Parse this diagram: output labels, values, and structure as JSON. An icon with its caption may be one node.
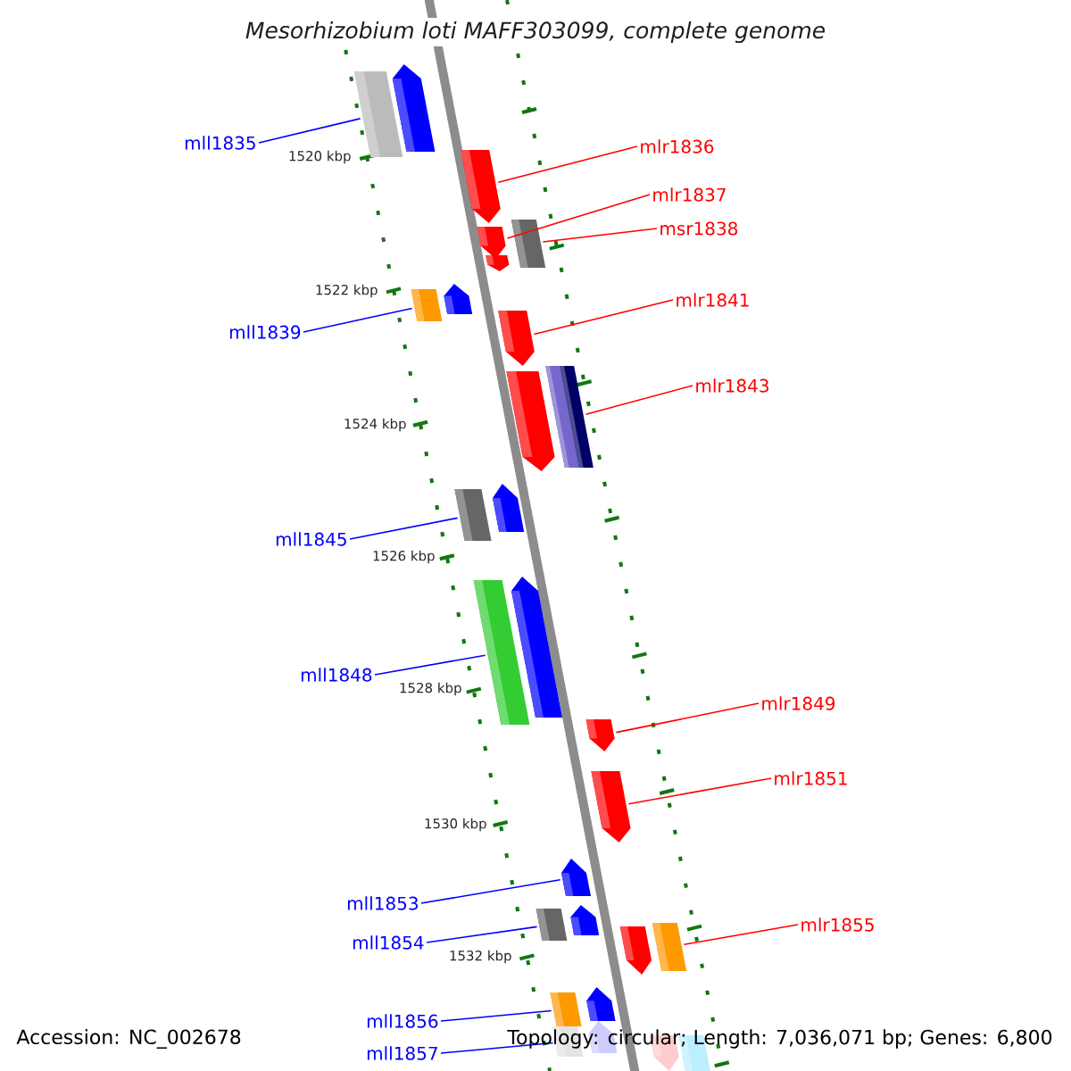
{
  "diagram": {
    "title": "Mesorhizobium loti MAFF303099, complete genome",
    "nodes": [
      {
        "text": [
          "mll1835"
        ]
      },
      {
        "text": [],
        "shape": "bar"
      },
      {
        "text": [],
        "shape": "bar"
      },
      {
        "text": [
          "mlr1836"
        ]
      },
      {
        "text": [],
        "shape": "bar"
      },
      {
        "text": [
          "mlr1837"
        ]
      },
      {
        "text": [],
        "shape": "bar"
      },
      {
        "text": [
          "msr1838"
        ]
      },
      {
        "text": [],
        "shape": "bar"
      },
      {
        "text": [],
        "shape": "bar"
      },
      {
        "text": [
          "mll1839"
        ]
      },
      {
        "text": [],
        "shape": "bar"
      },
      {
        "text": [],
        "shape": "bar"
      },
      {
        "text": [
          "mlr1841"
        ]
      },
      {
        "text": [],
        "shape": "bar"
      },
      {
        "text": [
          "mlr1843"
        ]
      },
      {
        "text": [],
        "shape": "bar"
      },
      {
        "text": [],
        "shape": "bar"
      },
      {
        "text": [],
        "shape": "bar"
      },
      {
        "text": [
          "mll1845"
        ]
      },
      {
        "text": [],
        "shape": "bar"
      },
      {
        "text": [],
        "shape": "bar"
      },
      {
        "text": [
          "mll1848"
        ]
      },
      {
        "text": [],
        "shape": "bar"
      },
      {
        "text": [],
        "shape": "bar"
      },
      {
        "text": [
          "mlr1849"
        ]
      },
      {
        "text": [],
        "shape": "bar"
      },
      {
        "text": [
          "mlr1851"
        ]
      },
      {
        "text": [],
        "shape": "bar"
      },
      {
        "text": [
          "mll1853"
        ]
      },
      {
        "text": [],
        "shape": "bar"
      },
      {
        "text": [
          "mll1854"
        ]
      },
      {
        "text": [],
        "shape": "bar"
      },
      {
        "text": [],
        "shape": "bar"
      },
      {
        "text": [
          "mlr1855"
        ]
      },
      {
        "text": [],
        "shape": "bar"
      },
      {
        "text": [],
        "shape": "bar"
      },
      {
        "text": [
          "mll1856"
        ]
      },
      {
        "text": [],
        "shape": "bar"
      },
      {
        "text": [],
        "shape": "bar"
      },
      {
        "text": [
          "mll1857"
        ]
      },
      {
        "text": [],
        "shape": "bar"
      },
      {
        "text": [],
        "shape": "bar"
      },
      {
        "text": [],
        "shape": "bar"
      },
      {
        "text": [],
        "shape": "bar"
      }
    ],
    "edges": [
      {
        "from": 0,
        "to": 1,
        "arrow": "none",
        "color": "#0000ff"
      },
      {
        "from": 3,
        "to": 4,
        "arrow": "none",
        "color": "#ff0000"
      },
      {
        "from": 5,
        "to": 6,
        "arrow": "none",
        "color": "#ff0000"
      },
      {
        "from": 7,
        "to": 9,
        "arrow": "none",
        "color": "#ff0000"
      },
      {
        "from": 10,
        "to": 11,
        "arrow": "none",
        "color": "#0000ff"
      },
      {
        "from": 13,
        "to": 14,
        "arrow": "none",
        "color": "#ff0000"
      },
      {
        "from": 15,
        "to": 18,
        "arrow": "none",
        "color": "#ff0000"
      },
      {
        "from": 19,
        "to": 20,
        "arrow": "none",
        "color": "#0000ff"
      },
      {
        "from": 22,
        "to": 23,
        "arrow": "none",
        "color": "#0000ff"
      },
      {
        "from": 25,
        "to": 26,
        "arrow": "none",
        "color": "#ff0000"
      },
      {
        "from": 27,
        "to": 28,
        "arrow": "none",
        "color": "#ff0000"
      },
      {
        "from": 29,
        "to": 30,
        "arrow": "none",
        "color": "#0000ff"
      },
      {
        "from": 31,
        "to": 32,
        "arrow": "none",
        "color": "#0000ff"
      },
      {
        "from": 34,
        "to": 36,
        "arrow": "none",
        "color": "#ff0000"
      },
      {
        "from": 37,
        "to": 38,
        "arrow": "none",
        "color": "#0000ff"
      },
      {
        "from": 40,
        "to": 41,
        "arrow": "none",
        "color": "#0000ff"
      }
    ],
    "labels": [
      "1520 kbp",
      "1522 kbp",
      "1524 kbp",
      "1526 kbp",
      "1528 kbp",
      "1530 kbp",
      "1532 kbp",
      "Accession: NC_002678",
      "Topology: circular; Length: 7,036,071 bp; Genes: 6,800"
    ]
  }
}
